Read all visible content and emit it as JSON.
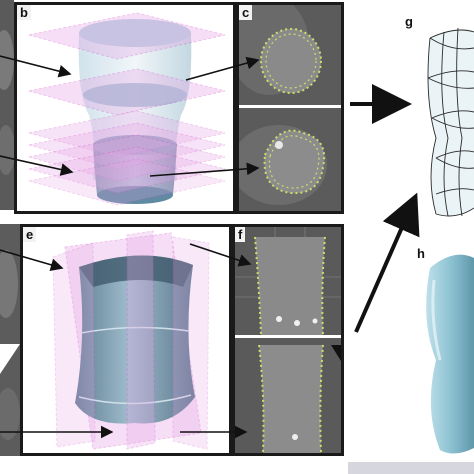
{
  "labels": {
    "b": "b",
    "c": "c",
    "e": "e",
    "f": "f",
    "g": "g",
    "h": "h"
  },
  "colors": {
    "frame": "#1a1a1a",
    "ct_gray": "#5a5a5a",
    "plane_pink": "#e7a6e6",
    "plane_edge": "#d050c8",
    "vessel_blue": "#8fb4c8",
    "vessel_dark": "#5f7e92",
    "contour_green": "#c9e06a",
    "mesh_stroke": "#2a2a2a",
    "surface_blue": "#8ec3d3"
  }
}
